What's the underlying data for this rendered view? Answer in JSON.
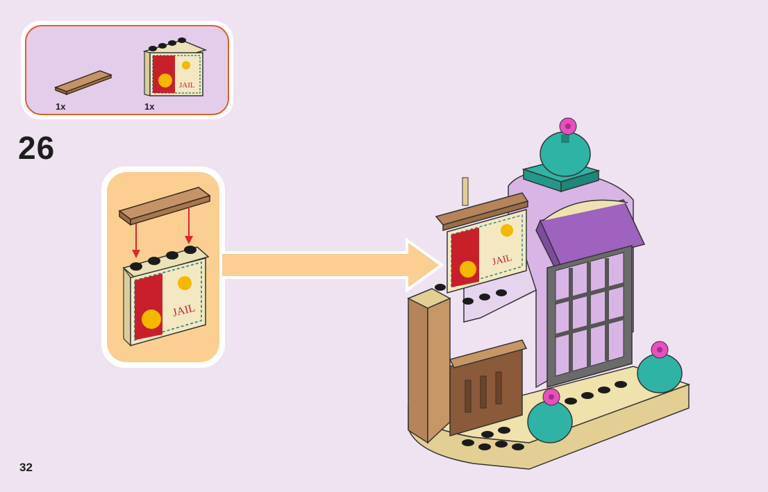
{
  "step": {
    "number": "26"
  },
  "page": {
    "number": "32"
  },
  "parts": [
    {
      "name": "tan plate 1x6",
      "quantity": "1x"
    },
    {
      "name": "printed jail poster panel",
      "quantity": "1x"
    }
  ],
  "poster": {
    "text": "JAIL"
  },
  "colors": {
    "background": "#efe3f2",
    "parts_box_border": "#d9622b",
    "parts_box_fill": "#e3cdea",
    "callout_fill": "#fbcf92",
    "arrow_fill": "#fbcf92",
    "brown": "#b6845a",
    "teal": "#2fb3a5",
    "lavender": "#d9b5e6",
    "pink": "#e84fc0"
  }
}
